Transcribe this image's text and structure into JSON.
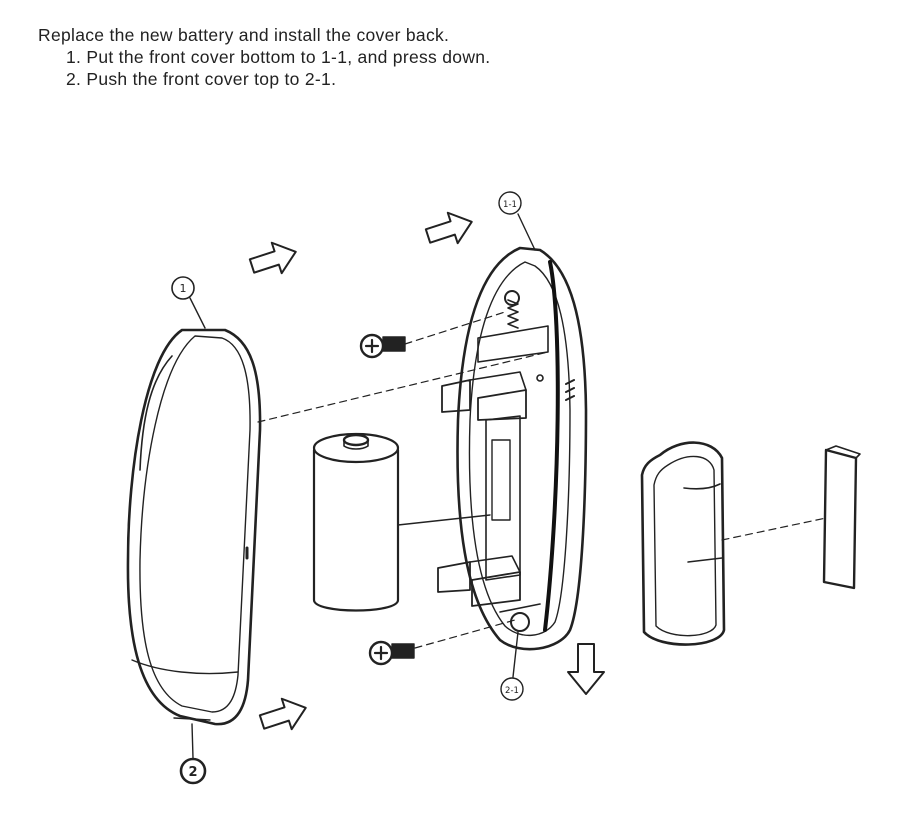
{
  "instructions": {
    "heading": "Replace the new battery and install the cover back.",
    "steps": [
      "1. Put the front cover bottom to 1-1, and press down.",
      "2. Push the front cover top to 2-1."
    ]
  },
  "callouts": {
    "c1": "1",
    "c2": "2",
    "c1_1": "1-1",
    "c2_1": "2-1"
  },
  "colors": {
    "line": "#222222",
    "background": "#ffffff"
  }
}
